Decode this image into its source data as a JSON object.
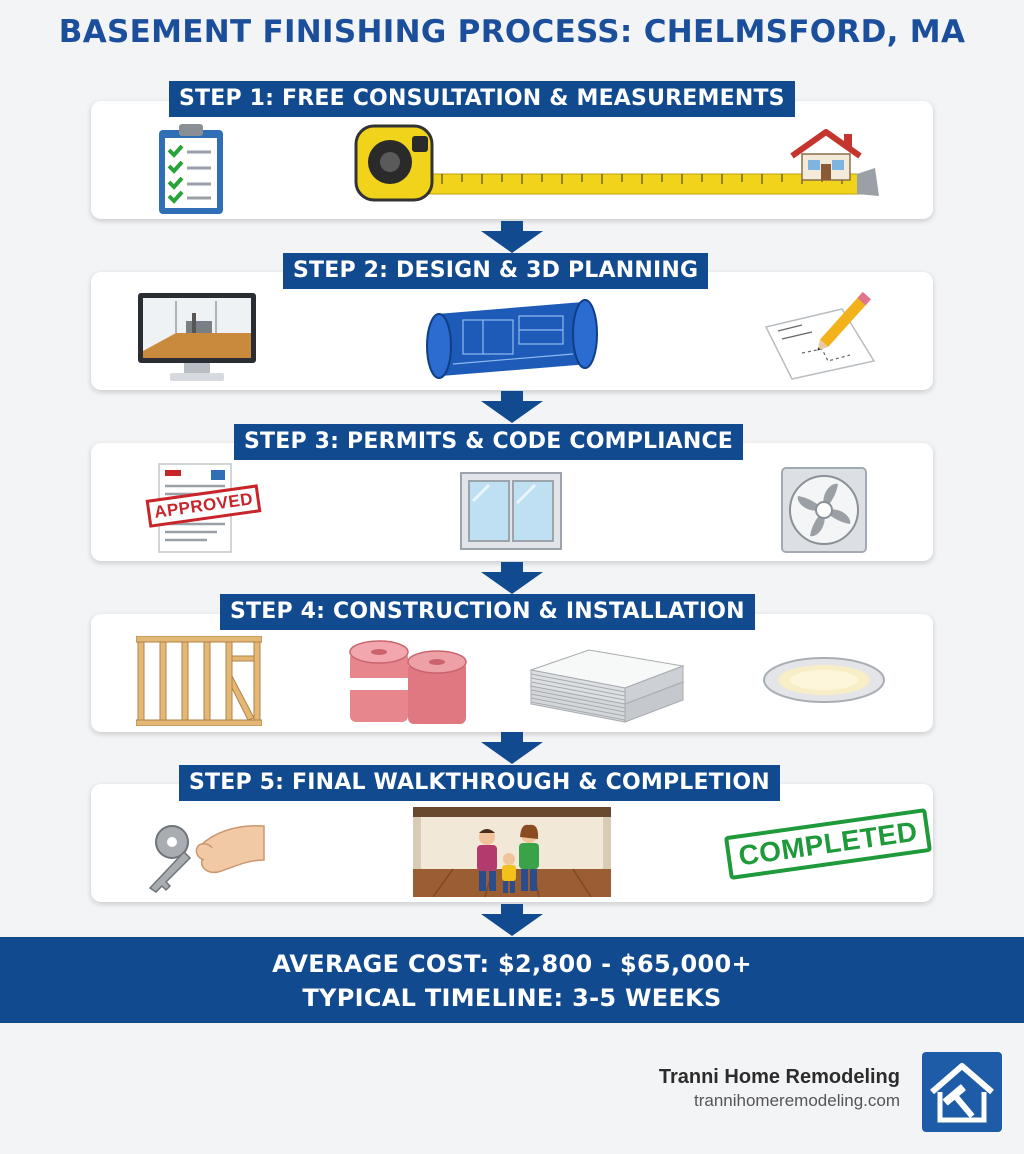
{
  "title": "BASEMENT FINISHING PROCESS: CHELMSFORD, MA",
  "steps": [
    {
      "label": "STEP 1: FREE CONSULTATION & MEASUREMENTS"
    },
    {
      "label": "STEP 2: DESIGN & 3D PLANNING"
    },
    {
      "label": "STEP 3: PERMITS & CODE COMPLIANCE",
      "stamp": "APPROVED"
    },
    {
      "label": "STEP 4: CONSTRUCTION & INSTALLATION"
    },
    {
      "label": "STEP 5: FINAL WALKTHROUGH & COMPLETION",
      "stamp": "COMPLETED"
    }
  ],
  "summary": {
    "cost": "AVERAGE COST: $2,800 - $65,000+",
    "timeline": "TYPICAL TIMELINE: 3-5 WEEKS"
  },
  "footer": {
    "company": "Tranni Home Remodeling",
    "url": "trannihomeremodeling.com"
  },
  "colors": {
    "accent_blue": "#124a8f",
    "title_blue": "#1b4f9c",
    "approved_red": "#c8252b",
    "completed_green": "#1f9a3a"
  }
}
